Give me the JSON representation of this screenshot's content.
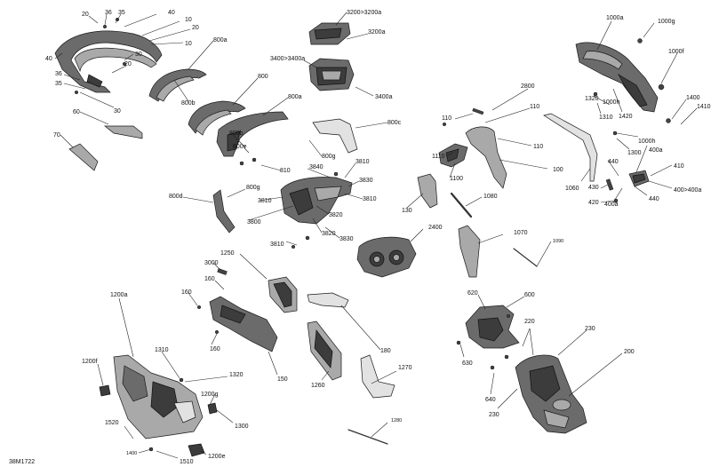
{
  "drawing_code": "38M1722",
  "labels": [
    {
      "id": "l20a",
      "text": "20"
    },
    {
      "id": "l36a",
      "text": "36"
    },
    {
      "id": "l35a",
      "text": "35"
    },
    {
      "id": "l40a",
      "text": "40"
    },
    {
      "id": "l10a",
      "text": "10"
    },
    {
      "id": "l20b",
      "text": "20"
    },
    {
      "id": "l10b",
      "text": "10"
    },
    {
      "id": "l40b",
      "text": "40"
    },
    {
      "id": "l30a",
      "text": "30"
    },
    {
      "id": "l20c",
      "text": "20"
    },
    {
      "id": "l36b",
      "text": "36"
    },
    {
      "id": "l35b",
      "text": "35"
    },
    {
      "id": "l30b",
      "text": "30"
    },
    {
      "id": "l60",
      "text": "60"
    },
    {
      "id": "l70",
      "text": "70"
    },
    {
      "id": "l800a1",
      "text": "800a"
    },
    {
      "id": "l800b1",
      "text": "800b"
    },
    {
      "id": "l800",
      "text": "800"
    },
    {
      "id": "l800a2",
      "text": "800a"
    },
    {
      "id": "l800b2",
      "text": "800b"
    },
    {
      "id": "l800e",
      "text": "800e"
    },
    {
      "id": "l810",
      "text": "810"
    },
    {
      "id": "l800g1",
      "text": "800g"
    },
    {
      "id": "l800c",
      "text": "800c"
    },
    {
      "id": "l800g2",
      "text": "800g"
    },
    {
      "id": "l800d",
      "text": "800d"
    },
    {
      "id": "l3200",
      "text": "3200>3200a"
    },
    {
      "id": "l3200a",
      "text": "3200a"
    },
    {
      "id": "l3400",
      "text": "3400>3400a"
    },
    {
      "id": "l3400a",
      "text": "3400a"
    },
    {
      "id": "l3840",
      "text": "3840"
    },
    {
      "id": "l3810a",
      "text": "3810"
    },
    {
      "id": "l3830a",
      "text": "3830"
    },
    {
      "id": "l3810b",
      "text": "3810"
    },
    {
      "id": "l3810c",
      "text": "3810"
    },
    {
      "id": "l3800",
      "text": "3800"
    },
    {
      "id": "l3820a",
      "text": "3820"
    },
    {
      "id": "l3820b",
      "text": "3820"
    },
    {
      "id": "l3830b",
      "text": "3830"
    },
    {
      "id": "l3810d",
      "text": "3810"
    },
    {
      "id": "l2800",
      "text": "2800"
    },
    {
      "id": "l110a",
      "text": "110"
    },
    {
      "id": "l110b",
      "text": "110"
    },
    {
      "id": "l110c",
      "text": "110"
    },
    {
      "id": "l100",
      "text": "100"
    },
    {
      "id": "l1110",
      "text": "1110"
    },
    {
      "id": "l1100",
      "text": "1100"
    },
    {
      "id": "l130",
      "text": "130"
    },
    {
      "id": "l1080",
      "text": "1080"
    },
    {
      "id": "l1060",
      "text": "1060"
    },
    {
      "id": "l2400",
      "text": "2400"
    },
    {
      "id": "l1070",
      "text": "1070"
    },
    {
      "id": "l1090",
      "text": "1090"
    },
    {
      "id": "l1000a",
      "text": "1000a"
    },
    {
      "id": "l1000g",
      "text": "1000g"
    },
    {
      "id": "l1000f",
      "text": "1000f"
    },
    {
      "id": "l1000h1",
      "text": "1000h"
    },
    {
      "id": "l1320a",
      "text": "1320"
    },
    {
      "id": "l1310a",
      "text": "1310"
    },
    {
      "id": "l1420",
      "text": "1420"
    },
    {
      "id": "l1400a",
      "text": "1400"
    },
    {
      "id": "l1410",
      "text": "1410"
    },
    {
      "id": "l1000h2",
      "text": "1000h"
    },
    {
      "id": "l1300a",
      "text": "1300"
    },
    {
      "id": "l400a1",
      "text": "400a"
    },
    {
      "id": "l440a",
      "text": "440"
    },
    {
      "id": "l410",
      "text": "410"
    },
    {
      "id": "l430",
      "text": "430"
    },
    {
      "id": "l420",
      "text": "420"
    },
    {
      "id": "l400a2",
      "text": "400a"
    },
    {
      "id": "l440b",
      "text": "440"
    },
    {
      "id": "l400",
      "text": "400>400a"
    },
    {
      "id": "l1250",
      "text": "1250"
    },
    {
      "id": "l3000",
      "text": "3000"
    },
    {
      "id": "l160a",
      "text": "160"
    },
    {
      "id": "l160b",
      "text": "160"
    },
    {
      "id": "l160c",
      "text": "160"
    },
    {
      "id": "l150",
      "text": "150"
    },
    {
      "id": "l180",
      "text": "180"
    },
    {
      "id": "l1260",
      "text": "1260"
    },
    {
      "id": "l1270",
      "text": "1270"
    },
    {
      "id": "l1280",
      "text": "1280"
    },
    {
      "id": "l1200a",
      "text": "1200a"
    },
    {
      "id": "l1200f",
      "text": "1200f"
    },
    {
      "id": "l1310b",
      "text": "1310"
    },
    {
      "id": "l1320b",
      "text": "1320"
    },
    {
      "id": "l1200g",
      "text": "1200g"
    },
    {
      "id": "l1300b",
      "text": "1300"
    },
    {
      "id": "l1520",
      "text": "1520"
    },
    {
      "id": "l1400b",
      "text": "1400"
    },
    {
      "id": "l1510",
      "text": "1510"
    },
    {
      "id": "l1200e",
      "text": "1200e"
    },
    {
      "id": "l620",
      "text": "620"
    },
    {
      "id": "l600",
      "text": "600"
    },
    {
      "id": "l630",
      "text": "630"
    },
    {
      "id": "l220",
      "text": "220"
    },
    {
      "id": "l230a",
      "text": "230"
    },
    {
      "id": "l200",
      "text": "200"
    },
    {
      "id": "l640",
      "text": "640"
    },
    {
      "id": "l230b",
      "text": "230"
    }
  ]
}
